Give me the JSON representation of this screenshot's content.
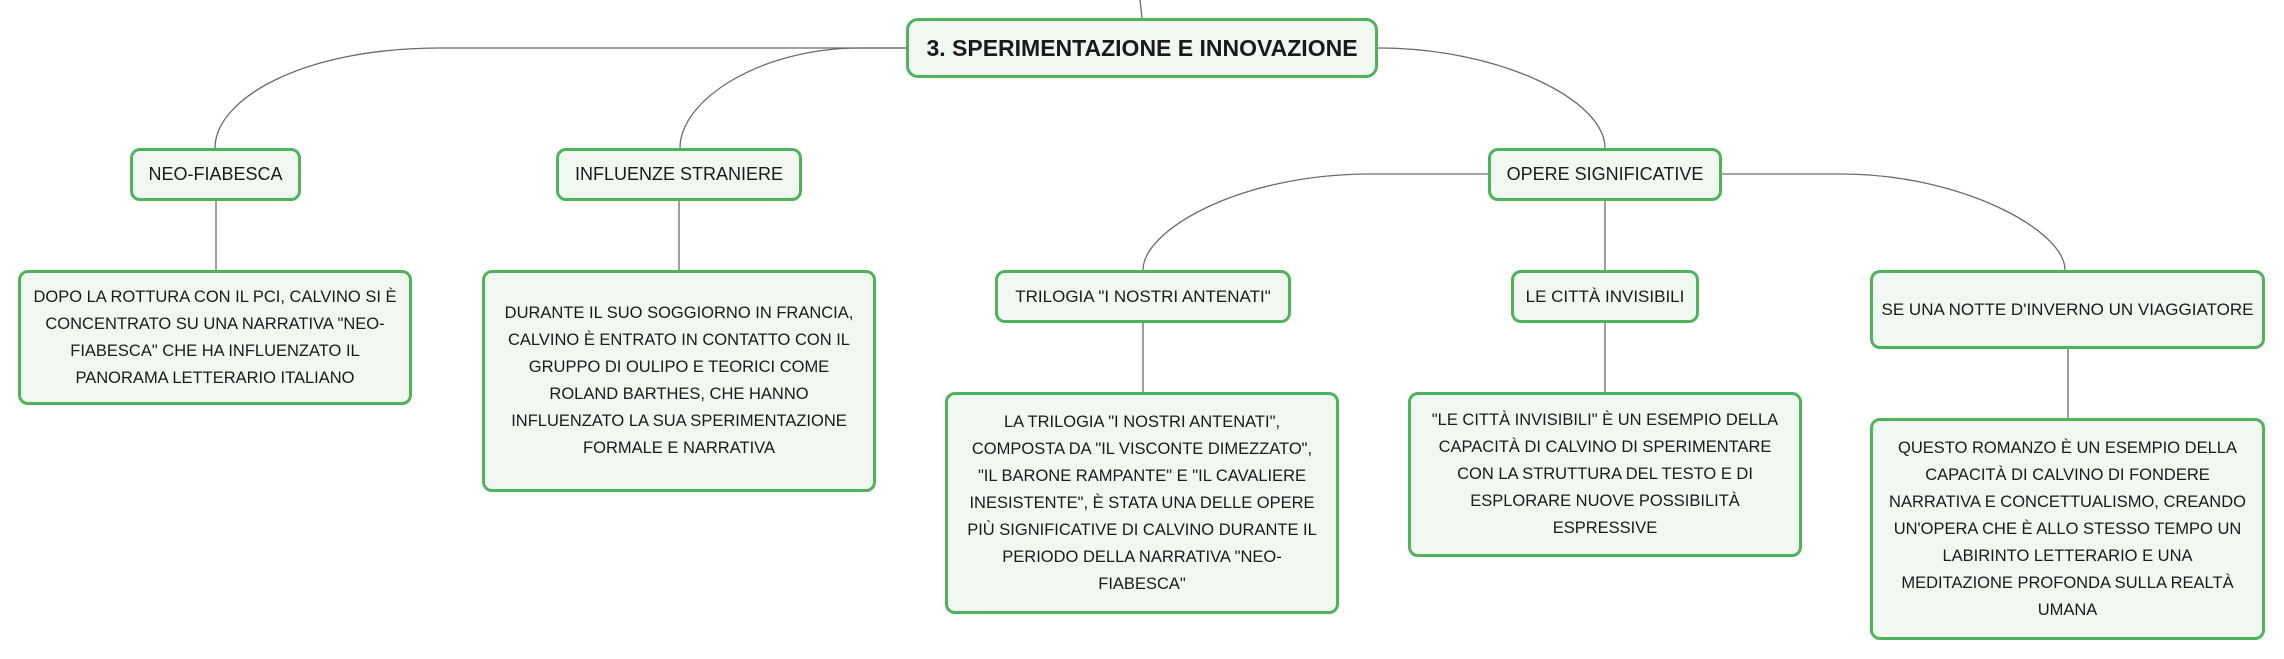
{
  "colors": {
    "border": "#4fb35c",
    "fill": "#f1f8f2",
    "link": "#6b6b6b",
    "text": "#1a1a1a"
  },
  "root": {
    "label": "3. SPERIMENTAZIONE E INNOVAZIONE"
  },
  "branches": [
    {
      "label": "NEO-FIABESCA",
      "detail": "DOPO LA ROTTURA CON IL PCI, CALVINO SI È CONCENTRATO SU UNA NARRATIVA \"NEO-FIABESCA\" CHE HA INFLUENZATO IL PANORAMA LETTERARIO ITALIANO"
    },
    {
      "label": "INFLUENZE STRANIERE",
      "detail": "DURANTE IL SUO SOGGIORNO IN FRANCIA, CALVINO È ENTRATO IN CONTATTO CON IL GRUPPO DI OULIPO E TEORICI COME ROLAND BARTHES, CHE HANNO INFLUENZATO LA SUA SPERIMENTAZIONE FORMALE E NARRATIVA"
    },
    {
      "label": "OPERE SIGNIFICATIVE",
      "children": [
        {
          "label": "TRILOGIA \"I NOSTRI ANTENATI\"",
          "detail": "LA TRILOGIA \"I NOSTRI ANTENATI\", COMPOSTA DA \"IL VISCONTE DIMEZZATO\", \"IL BARONE RAMPANTE\" E \"IL CAVALIERE INESISTENTE\", È STATA UNA DELLE OPERE PIÙ SIGNIFICATIVE DI CALVINO DURANTE IL PERIODO DELLA NARRATIVA \"NEO-FIABESCA\""
        },
        {
          "label": "LE CITTÀ INVISIBILI",
          "detail": "\"LE CITTÀ INVISIBILI\" È UN ESEMPIO DELLA CAPACITÀ DI CALVINO DI SPERIMENTARE CON LA STRUTTURA DEL TESTO E DI ESPLORARE NUOVE POSSIBILITÀ ESPRESSIVE"
        },
        {
          "label": "SE UNA NOTTE D'INVERNO UN VIAGGIATORE",
          "detail": "QUESTO ROMANZO È UN ESEMPIO DELLA CAPACITÀ DI CALVINO DI FONDERE NARRATIVA E CONCETTUALISMO, CREANDO UN'OPERA CHE È ALLO STESSO TEMPO UN LABIRINTO LETTERARIO E UNA MEDITAZIONE PROFONDA SULLA REALTÀ UMANA"
        }
      ]
    }
  ]
}
